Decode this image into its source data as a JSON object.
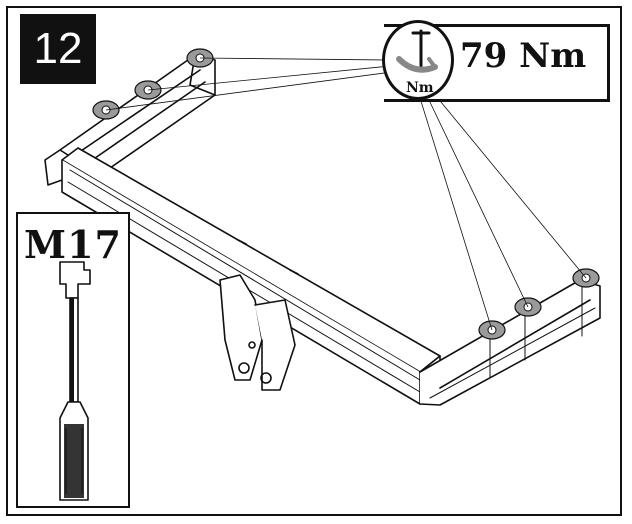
{
  "step": {
    "number": "12"
  },
  "torque": {
    "value": "79 Nm",
    "unit": "Nm",
    "icon": "torque-wrench-icon"
  },
  "tool": {
    "size": "M17",
    "icon": "socket-wrench-icon"
  },
  "colors": {
    "ink": "#111111",
    "highlight": "#9a9a9a",
    "background": "#ffffff"
  }
}
